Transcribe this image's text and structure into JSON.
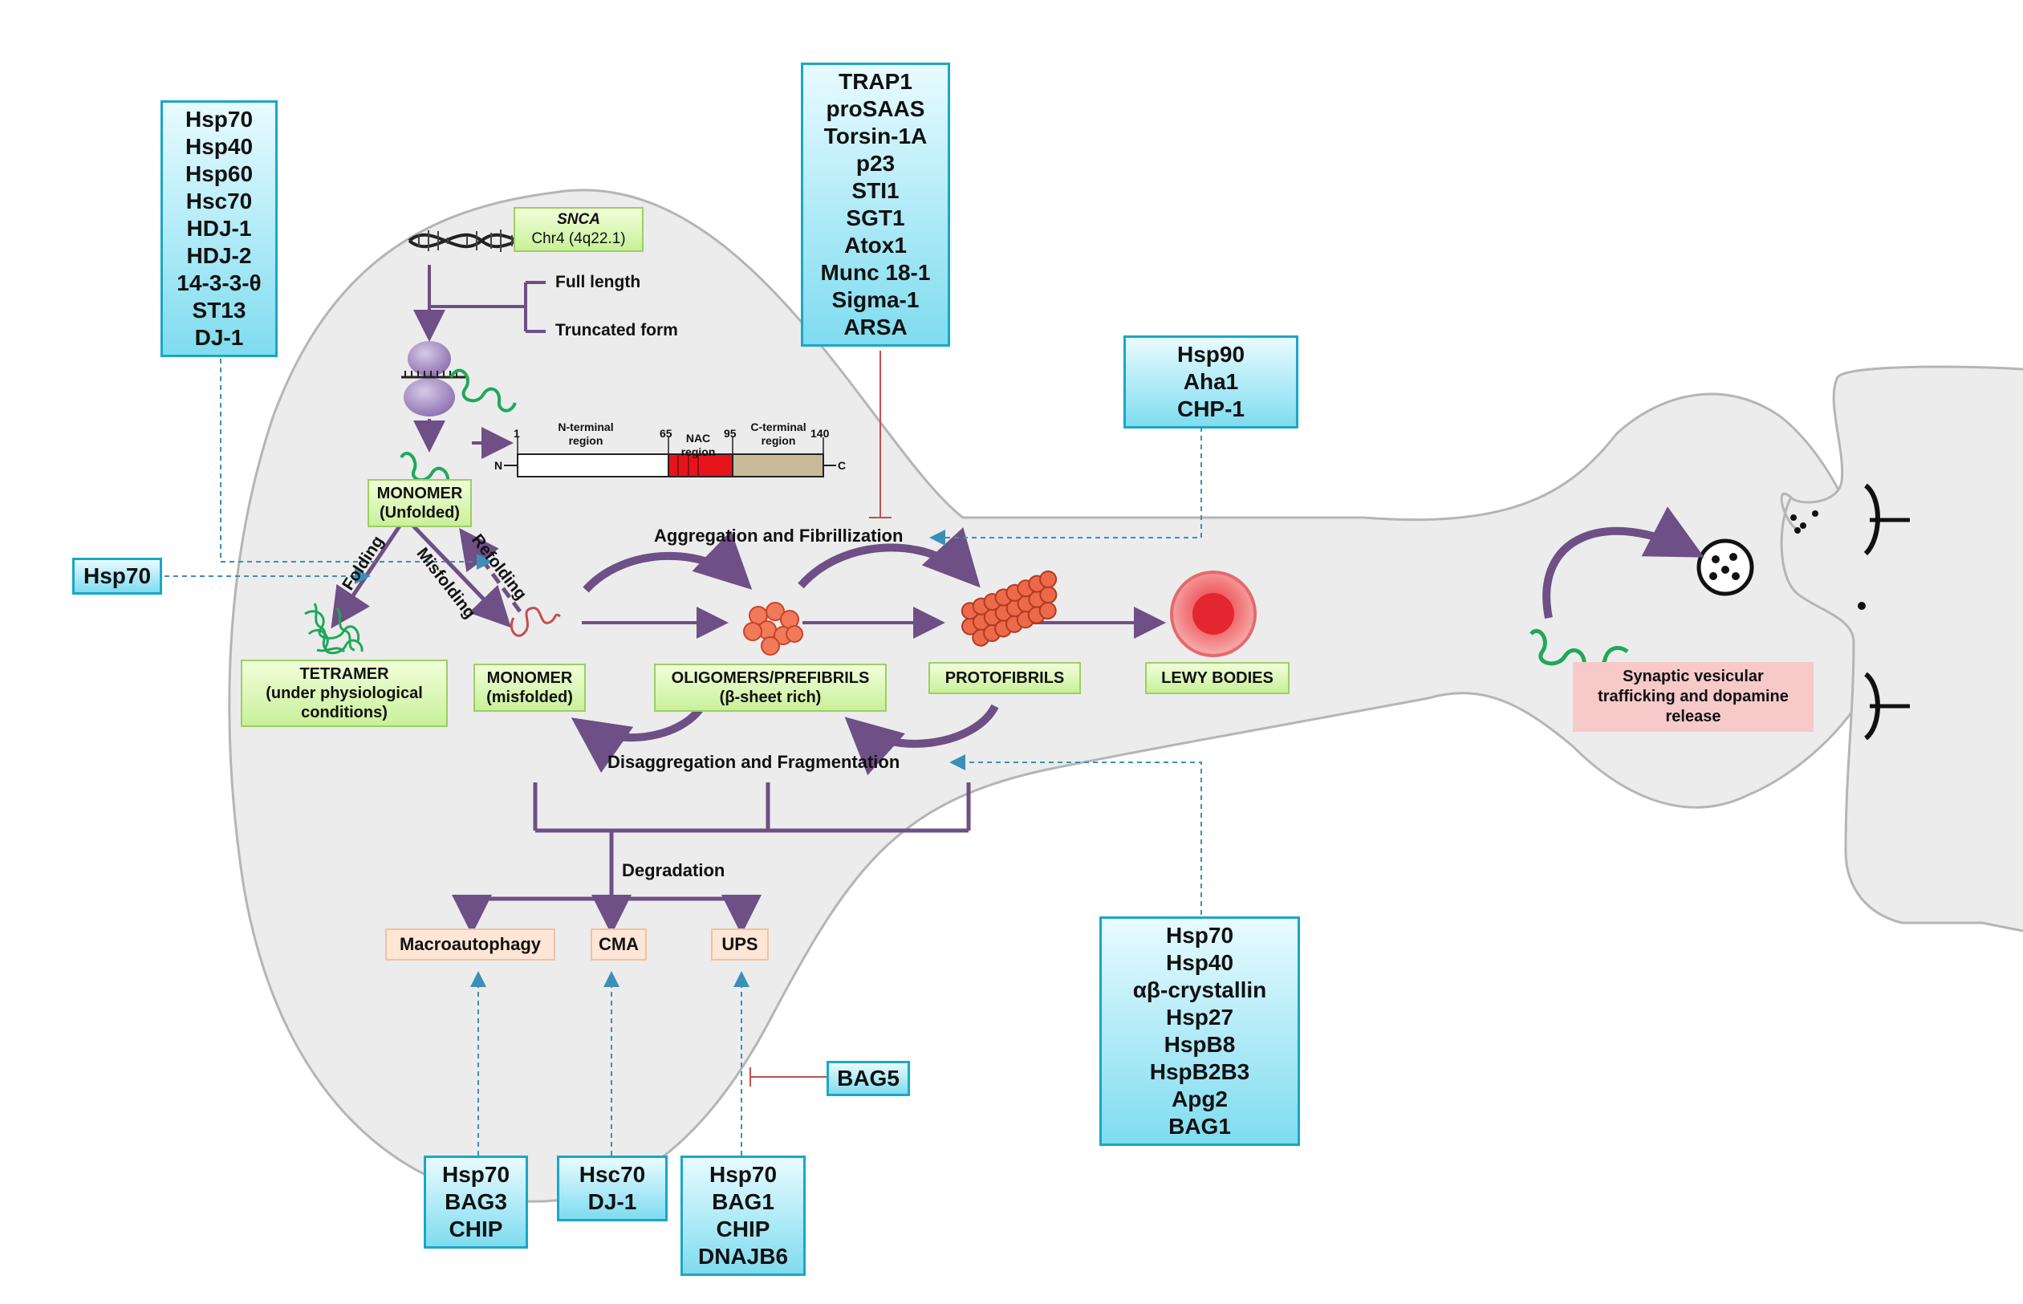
{
  "gene": {
    "name": "SNCA",
    "locus": "Chr4 (4q22.1)"
  },
  "transcripts": {
    "full": "Full length",
    "truncated": "Truncated form"
  },
  "domain_map": {
    "start": "1",
    "p65": "65",
    "p95": "95",
    "end": "140",
    "n_label": "N",
    "c_label": "C",
    "n_region": [
      "N-terminal",
      "region"
    ],
    "nac_region": [
      "NAC",
      "region"
    ],
    "c_region": [
      "C-terminal",
      "region"
    ]
  },
  "states": {
    "monomer_unfolded": [
      "MONOMER",
      "(Unfolded)"
    ],
    "tetramer": [
      "TETRAMER",
      "(under physiological",
      "conditions)"
    ],
    "monomer_misfolded": [
      "MONOMER",
      "(misfolded)"
    ],
    "oligomers": [
      "OLIGOMERS/PREFIBRILS",
      "(β-sheet rich)"
    ],
    "protofibrils": "PROTOFIBRILS",
    "lewy": "LEWY BODIES"
  },
  "arrows": {
    "folding": "Folding",
    "misfolding": "Misfolding",
    "refolding": "Refolding"
  },
  "processes": {
    "aggregation": "Aggregation and Fibrillization",
    "disaggregation": "Disaggregation and Fragmentation",
    "degradation": "Degradation"
  },
  "pathways": {
    "macro": "Macroautophagy",
    "cma": "CMA",
    "ups": "UPS"
  },
  "synapse": [
    "Synaptic vesicular",
    "trafficking and dopamine",
    "release"
  ],
  "chaperones": {
    "folding_top": [
      "Hsp70",
      "Hsp40",
      "Hsp60",
      "Hsc70",
      "HDJ-1",
      "HDJ-2",
      "14-3-3-θ",
      "ST13",
      "DJ-1"
    ],
    "folding_left": [
      "Hsp70"
    ],
    "aggregation_inhibitors": [
      "TRAP1",
      "proSAAS",
      "Torsin-1A",
      "p23",
      "STI1",
      "SGT1",
      "Atox1",
      "Munc 18-1",
      "Sigma-1",
      "ARSA"
    ],
    "aggregation_promoters": [
      "Hsp90",
      "Aha1",
      "CHP-1"
    ],
    "disaggregation": [
      "Hsp70",
      "Hsp40",
      "αβ-crystallin",
      "Hsp27",
      "HspB8",
      "HspB2B3",
      "Apg2",
      "BAG1"
    ],
    "macro": [
      "Hsp70",
      "BAG3",
      "CHIP"
    ],
    "cma": [
      "Hsc70",
      "DJ-1"
    ],
    "ups": [
      "Hsp70",
      "BAG1",
      "CHIP",
      "DNAJB6"
    ],
    "ups_inhibitor": [
      "BAG5"
    ]
  },
  "colors": {
    "arrow": "#6e4f86",
    "chaperone_fill": "#9ee4f3",
    "chaperone_border": "#1aa7c6",
    "state_fill": "#d8f5b0",
    "pathway_fill": "#fde6d6",
    "synapse_fill": "#f7c9c9",
    "neuron_fill": "#ececec",
    "nac": "#e8141b",
    "c_term": "#c8bb9a",
    "inhibit": "#c0504d"
  }
}
